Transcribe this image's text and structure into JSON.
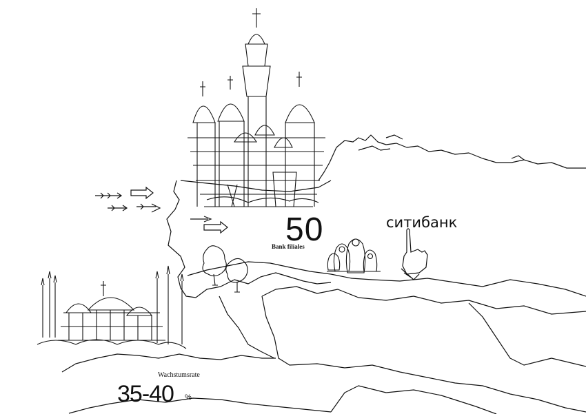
{
  "russia": {
    "bank_count": "50",
    "bank_label": "Bank filiales",
    "bank_name": "ситибанк"
  },
  "turkey": {
    "growth_label": "Wachstumsrate",
    "growth_value": "35-40",
    "growth_unit": "%"
  },
  "icons": [
    "st-basil-cathedral-icon",
    "hagia-sophia-mosque-icon",
    "matryoshka-dolls-icon",
    "pointing-hand-icon",
    "tree-icon",
    "arrow-icon"
  ],
  "colors": {
    "ink": "#111111",
    "background": "#ffffff"
  }
}
